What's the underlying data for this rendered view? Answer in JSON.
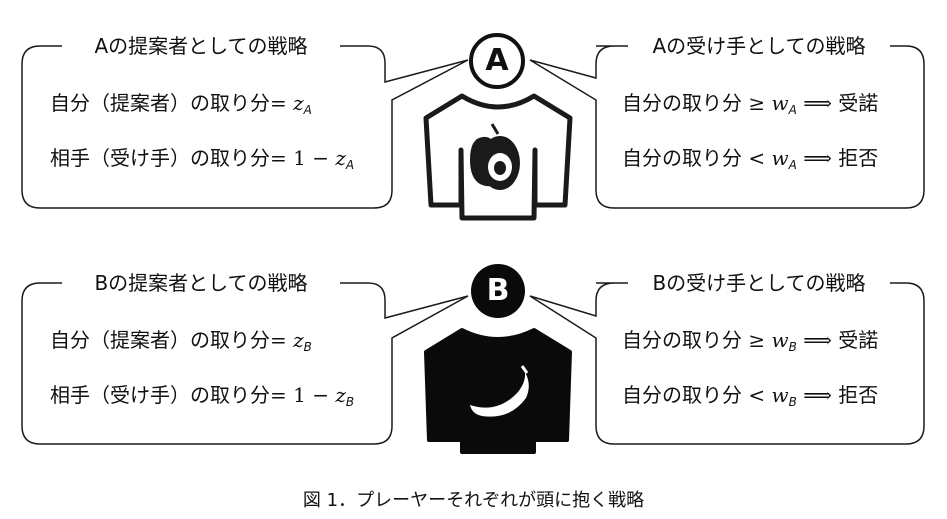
{
  "player_a": {
    "avatar_letter": "A",
    "proposer": {
      "title": "Aの提案者としての戦略",
      "line1_label": "自分（提案者）の取り分",
      "line1_eq": "=",
      "line1_var": "z",
      "line1_sub": "A",
      "line2_label": "相手（受け手）の取り分",
      "line2_eq": "=",
      "line2_num": "1 −",
      "line2_var": "z",
      "line2_sub": "A"
    },
    "responder": {
      "title": "Aの受け手としての戦略",
      "line1_label": "自分の取り分",
      "line1_op": "≥",
      "line1_var": "w",
      "line1_sub": "A",
      "line1_arrow": "⟹",
      "line1_result": "受諾",
      "line2_label": "自分の取り分",
      "line2_op": "<",
      "line2_var": "w",
      "line2_sub": "A",
      "line2_arrow": "⟹",
      "line2_result": "拒否"
    }
  },
  "player_b": {
    "avatar_letter": "B",
    "proposer": {
      "title": "Bの提案者としての戦略",
      "line1_label": "自分（提案者）の取り分",
      "line1_eq": "=",
      "line1_var": "z",
      "line1_sub": "B",
      "line2_label": "相手（受け手）の取り分",
      "line2_eq": "=",
      "line2_num": "1 −",
      "line2_var": "z",
      "line2_sub": "B"
    },
    "responder": {
      "title": "Bの受け手としての戦略",
      "line1_label": "自分の取り分",
      "line1_op": "≥",
      "line1_var": "w",
      "line1_sub": "B",
      "line1_arrow": "⟹",
      "line1_result": "受諾",
      "line2_label": "自分の取り分",
      "line2_op": "<",
      "line2_var": "w",
      "line2_sub": "B",
      "line2_arrow": "⟹",
      "line2_result": "拒否"
    }
  },
  "caption": "図 1．プレーヤーそれぞれが頭に抱く戦略",
  "icons": {
    "a_shirt": "avocado-shirt-icon",
    "b_shirt": "banana-shirt-icon"
  },
  "colors": {
    "line": "#1a1a1a",
    "a_shirt_fill": "#ffffff",
    "b_shirt_fill": "#0a0a0a",
    "avocado_body": "#1a1a1a",
    "avocado_pit": "#ffffff",
    "banana": "#ffffff"
  }
}
